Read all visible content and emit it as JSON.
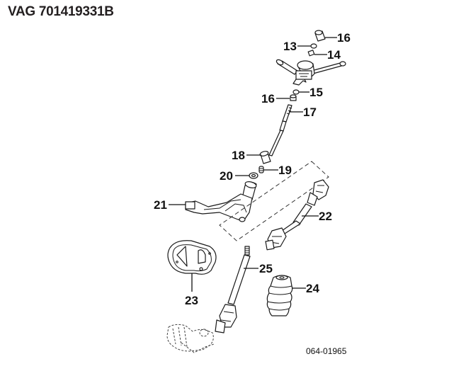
{
  "header": {
    "title": "VAG 701419331B"
  },
  "diagram": {
    "drawing_number": "064-01965",
    "callouts": [
      {
        "id": "13",
        "label": "13",
        "part": "small ring / clip"
      },
      {
        "id": "14",
        "label": "14",
        "part": "small spring clip"
      },
      {
        "id": "16a",
        "label": "16",
        "part": "bushing (upper)"
      },
      {
        "id": "15",
        "label": "15",
        "part": "small ring"
      },
      {
        "id": "16b",
        "label": "16",
        "part": "bushing"
      },
      {
        "id": "17",
        "label": "17",
        "part": "steering shaft"
      },
      {
        "id": "18",
        "label": "18",
        "part": "bushing"
      },
      {
        "id": "19",
        "label": "19",
        "part": "spring"
      },
      {
        "id": "20",
        "label": "20",
        "part": "washer"
      },
      {
        "id": "21",
        "label": "21",
        "part": "steering column bracket"
      },
      {
        "id": "22",
        "label": "22",
        "part": "intermediate shaft with universal joints"
      },
      {
        "id": "23",
        "label": "23",
        "part": "bulkhead seal plate"
      },
      {
        "id": "24",
        "label": "24",
        "part": "rubber boot"
      },
      {
        "id": "25",
        "label": "25",
        "part": "lower shaft with universal joint"
      }
    ]
  }
}
